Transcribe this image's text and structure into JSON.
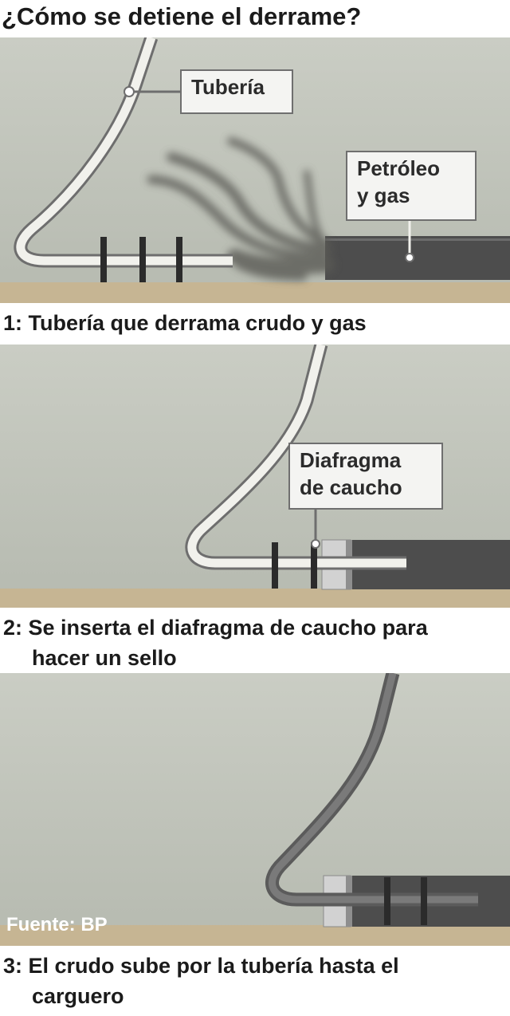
{
  "title": "¿Cómo se detiene el derrame?",
  "panels": [
    {
      "caption": "1: Tubería que derrama crudo y gas",
      "labels": {
        "pipe": "Tubería",
        "oil_gas_line1": "Petróleo",
        "oil_gas_line2": "y gas"
      }
    },
    {
      "caption_line1": "2: Se inserta el diafragma de caucho para",
      "caption_line2": "hacer un sello",
      "labels": {
        "diaphragm_line1": "Diafragma",
        "diaphragm_line2": "de caucho"
      }
    },
    {
      "caption_line1": "3: El crudo sube por la tubería hasta el",
      "caption_line2": "carguero"
    }
  ],
  "source": "Fuente: BP",
  "colors": {
    "water": "#c4c8bd",
    "seabed": "#c6b593",
    "riser": "#4d4d4d",
    "pipe_white": "#f1f1ec",
    "pipe_outline": "#6e6e6e",
    "seal": "#d2d2d2",
    "plume": "#5a5a55"
  }
}
